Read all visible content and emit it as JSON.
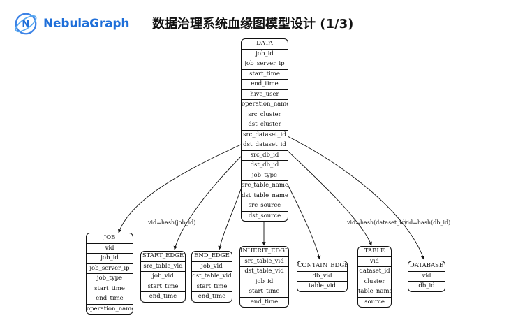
{
  "header": {
    "brand": "NebulaGraph",
    "brand_part1": "Nebula",
    "brand_part2": "Graph",
    "title": "数据治理系统血缘图模型设计 (1/3)"
  },
  "tables": {
    "data": {
      "name": "DATA",
      "fields": [
        "job_id",
        "job_server_ip",
        "start_time",
        "end_time",
        "hive_user",
        "operation_name",
        "src_cluster",
        "dst_cluster",
        "src_dataset_id",
        "dst_dataset_id",
        "src_db_id",
        "dst_db_id",
        "job_type",
        "src_table_name",
        "dst_table_name",
        "src_source",
        "dst_source"
      ]
    },
    "job": {
      "name": "JOB",
      "fields": [
        "vid",
        "job_id",
        "job_server_ip",
        "job_type",
        "start_time",
        "end_time",
        "operation_name"
      ]
    },
    "start_edge": {
      "name": "START_EDGE",
      "fields": [
        "src_table_vid",
        "job_vid",
        "start_time",
        "end_time"
      ]
    },
    "end_edge": {
      "name": "END_EDGE",
      "fields": [
        "job_vid",
        "dst_table_vid",
        "start_time",
        "end_time"
      ]
    },
    "inherit_edge": {
      "name": "INHERIT_EDGE",
      "fields": [
        "src_table_vid",
        "dst_table_vid",
        "job_id",
        "start_time",
        "end_time"
      ]
    },
    "contain_edge": {
      "name": "CONTAIN_EDGE",
      "fields": [
        "db_vid",
        "table_vid"
      ]
    },
    "table": {
      "name": "TABLE",
      "fields": [
        "vid",
        "dataset_id",
        "cluster",
        "table_name",
        "source"
      ]
    },
    "database": {
      "name": "DATABASE",
      "fields": [
        "vid",
        "db_id"
      ]
    }
  },
  "edge_labels": {
    "job": "vid=hash(job_id)",
    "table": "vid=hash(dataset_id)",
    "database": "vid=hash(db_id)"
  },
  "colors": {
    "brand": "#1f6fd9",
    "line": "#111111"
  },
  "icons": {
    "logo": "nebula-orbit-icon"
  }
}
